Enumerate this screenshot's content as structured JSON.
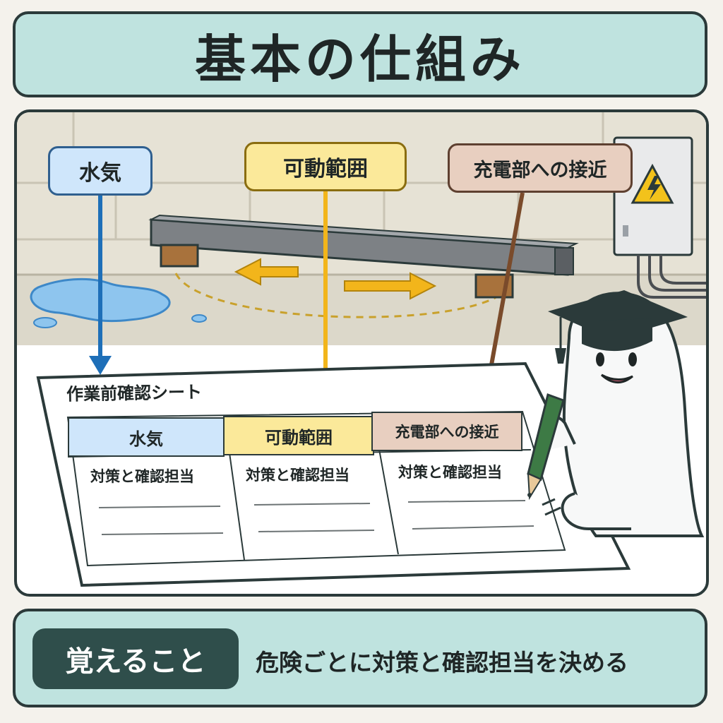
{
  "title": "基本の仕組み",
  "callouts": {
    "water": "水気",
    "range": "可動範囲",
    "electric": "充電部への接近"
  },
  "sheet": {
    "title": "作業前確認シート",
    "columns": [
      {
        "header": "水気",
        "body": "対策と確認担当"
      },
      {
        "header": "可動範囲",
        "body": "対策と確認担当"
      },
      {
        "header": "充電部への接近",
        "body": "対策と確認担当"
      }
    ]
  },
  "footer": {
    "badge": "覚えること",
    "text": "危険ごとに対策と確認担当を決める"
  },
  "colors": {
    "water": "#cfe6fb",
    "range": "#fbe99a",
    "electric": "#e8cfc0",
    "panel": "#bfe3df",
    "badge": "#2f4e4b",
    "arrow_water": "#1e6fb8",
    "arrow_range": "#f2b51b",
    "arrow_electric": "#7a4b2b"
  },
  "icons": [
    "warning-electric-icon",
    "mortarboard-icon",
    "pencil-icon"
  ]
}
